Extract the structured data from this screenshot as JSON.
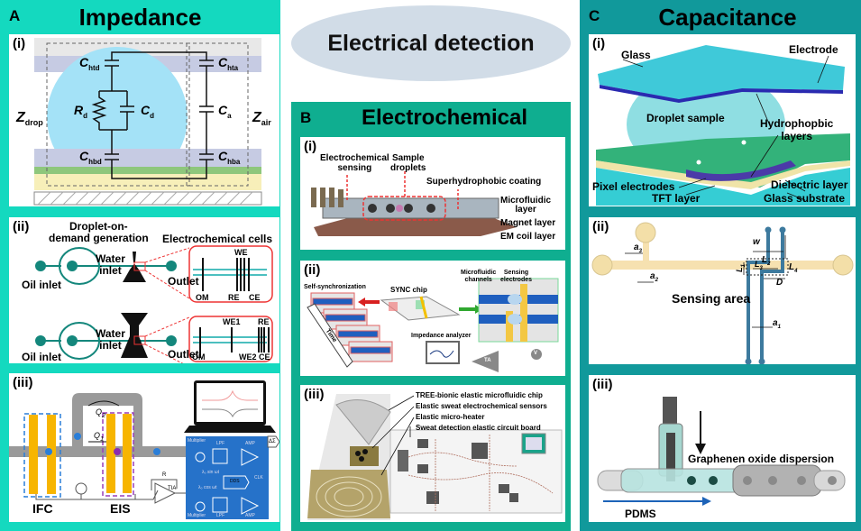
{
  "center_title": "Electrical detection",
  "panels": {
    "A": {
      "letter": "A",
      "title": "Impedance",
      "colors": {
        "frame": "#14d9bf"
      },
      "i": {
        "label": "(i)",
        "z_drop": "Z",
        "z_drop_sub": "drop",
        "z_air": "Z",
        "z_air_sub": "air",
        "c_htd": "C",
        "c_htd_sub": "htd",
        "c_hta": "C",
        "c_hta_sub": "hta",
        "r_d": "R",
        "r_d_sub": "d",
        "c_d": "C",
        "c_d_sub": "d",
        "c_a": "C",
        "c_a_sub": "a",
        "c_hbd": "C",
        "c_hbd_sub": "hbd",
        "c_hba": "C",
        "c_hba_sub": "hba"
      },
      "ii": {
        "label": "(ii)",
        "droplet_gen": [
          "Droplet-on-",
          "demand generation"
        ],
        "cells_title": "Electrochemical cells",
        "water_inlet": [
          "Water",
          "inlet"
        ],
        "oil_inlet": "Oil inlet",
        "outlet": "Outlet",
        "cell1": {
          "we": "WE",
          "om": "OM",
          "re": "RE",
          "ce": "CE"
        },
        "cell2": {
          "we1": "WE1",
          "re": "RE",
          "om": "OM",
          "we2_ce": "WE2 CE"
        }
      },
      "iii": {
        "label": "(iii)",
        "ifc": "IFC",
        "eis": "EIS",
        "q1": "Q",
        "q1_sub": "1",
        "q2": "Q",
        "q2_sub": "2",
        "r": "R",
        "tia": "TIA",
        "multiplier": "Multiplier",
        "lpf": "LPF",
        "amp": "AMP",
        "dds": "DDS",
        "clk": "CLK",
        "sin": "λ₀ sin ωt",
        "cos": "λ₀ cos ωt",
        "delta": "ΔΣ"
      }
    },
    "B": {
      "letter": "B",
      "title": "Electrochemical",
      "colors": {
        "frame": "#0fae90"
      },
      "i": {
        "label": "(i)",
        "electrochemical_sensing": [
          "Electrochemical",
          "sensing"
        ],
        "sample_droplets": [
          "Sample",
          "droplets"
        ],
        "superhydrophobic": "Superhydrophobic coating",
        "microfluidic_layer": [
          "Microfluidic",
          "layer"
        ],
        "magnet_layer": "Magnet layer",
        "em_coil_layer": "EM coil layer"
      },
      "ii": {
        "label": "(ii)",
        "self_sync": "Self-synchronization",
        "sync_chip": "SYNC chip",
        "microfluidic_channels": [
          "Microfluidic",
          "channels"
        ],
        "sensing_electrodes": [
          "Sensing",
          "electrodes"
        ],
        "impedance_analyzer": "Impedance analyzer",
        "time": "Time",
        "ta": "TA",
        "v": "V"
      },
      "iii": {
        "label": "(iii)",
        "callouts": [
          "TREE-bionic elastic microfluidic chip",
          "Elastic sweat electrochemical sensors",
          "Elastic micro-heater",
          "Sweat detection elastic circuit board"
        ]
      }
    },
    "C": {
      "letter": "C",
      "title": "Capacitance",
      "colors": {
        "frame": "#11999b"
      },
      "i": {
        "label": "(i)",
        "glass": "Glass",
        "electrode": "Electrode",
        "droplet_sample": "Droplet sample",
        "hydrophobic": [
          "Hydrophopbic",
          "layers"
        ],
        "pixel_electrodes": "Pixel electrodes",
        "dielectric_layer": "Dielectric layer",
        "tft_layer": "TFT layer",
        "glass_substrate": "Glass substrate"
      },
      "ii": {
        "label": "(ii)",
        "sensing_area": "Sensing area",
        "w": "w",
        "l2": "L",
        "l2_sub": "2",
        "l4": "L",
        "l4_sub": "4",
        "l1": "L",
        "l1_sub": "1",
        "l3": "L",
        "l3_sub": "3",
        "d": "D",
        "a1": "a",
        "a1_sub": "1",
        "a2": "a",
        "a2_sub": "2",
        "a3": "a",
        "a3_sub": "3"
      },
      "iii": {
        "label": "(iii)",
        "graphene": "Graphenen oxide dispersion",
        "pdms": "PDMS"
      }
    }
  }
}
